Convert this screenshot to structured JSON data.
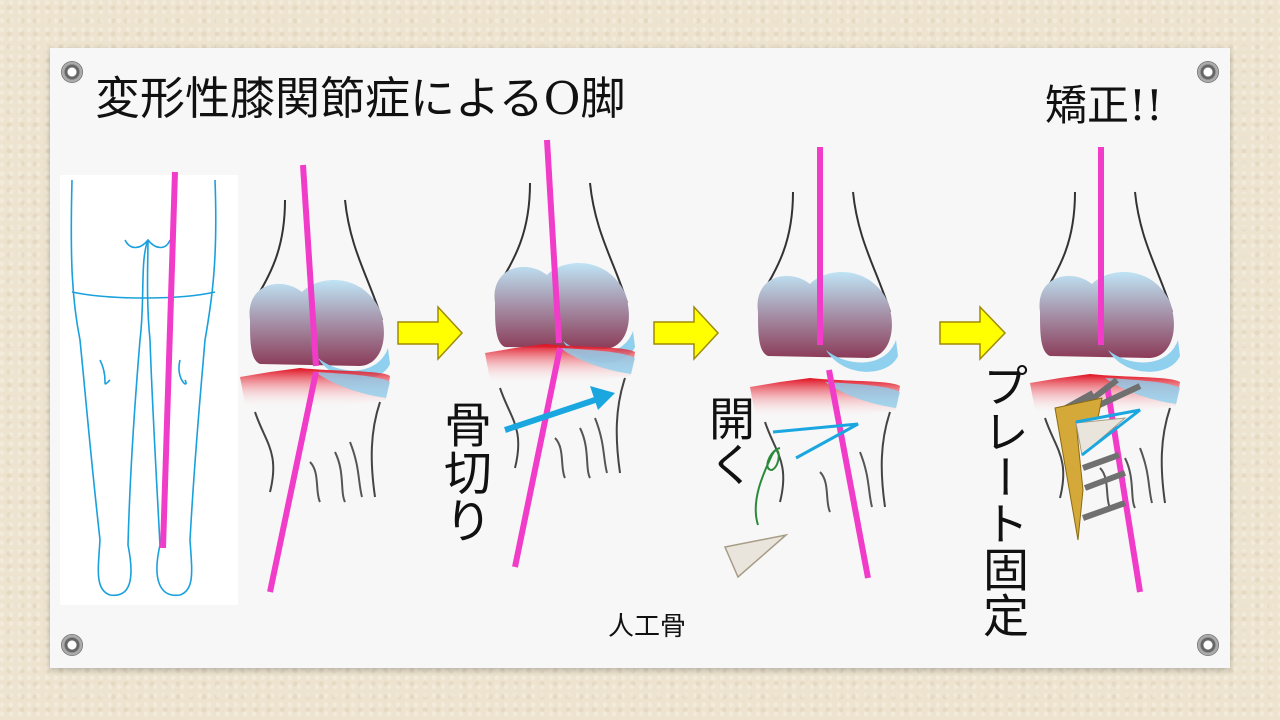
{
  "slide": {
    "title": "変形性膝関節症によるO脚",
    "correction_title": "矯正!!",
    "labels": {
      "osteotomy": "骨切り",
      "open": "開く",
      "artificial_bone": "人工骨",
      "plate_fixation": "プレート固定"
    }
  },
  "colors": {
    "alignment_line": "#f03cc8",
    "arrow_fill": "#ffff00",
    "cut_line": "#1aa7e0",
    "plate": "#d4a93a",
    "screws": "#707070"
  }
}
